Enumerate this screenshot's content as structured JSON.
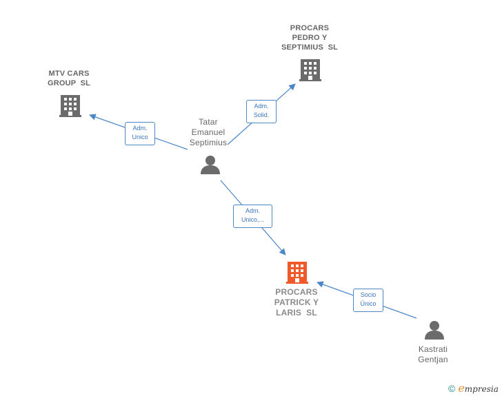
{
  "nodes": {
    "mtv_cars": {
      "lines": [
        "MTV CARS",
        "GROUP  SL"
      ]
    },
    "procars_pedro": {
      "lines": [
        "PROCARS",
        "PEDRO Y",
        "SEPTIMIUS  SL"
      ]
    },
    "tatar": {
      "lines": [
        "Tatar",
        "Emanuel",
        "Septimius"
      ]
    },
    "procars_patrick": {
      "lines": [
        "PROCARS",
        "PATRICK Y",
        "LARIS  SL"
      ]
    },
    "kastrati": {
      "lines": [
        "Kastrati",
        "Gentjan"
      ]
    }
  },
  "edges": {
    "tatar_mtv": [
      "Adm.",
      "Unico"
    ],
    "tatar_pedro": [
      "Adm.",
      "Solid."
    ],
    "tatar_patrick": [
      "Adm.",
      "Unico,..."
    ],
    "kastrati_patrick": [
      "Socio",
      "Único"
    ]
  },
  "colors": {
    "company_gray": "#6b6b6b",
    "company_main": "#f05a2a",
    "person_gray": "#6b6b6b",
    "edge_blue": "#4a86c8"
  },
  "brand": {
    "copyright": "©",
    "e": "e",
    "rest": "mpresia"
  }
}
